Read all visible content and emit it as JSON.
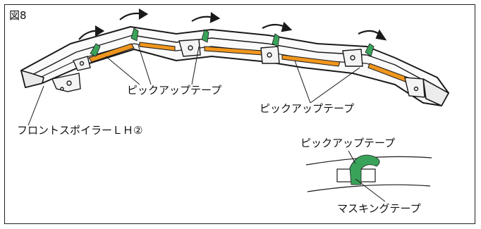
{
  "figure": {
    "label": "図8"
  },
  "callouts": {
    "pickup_tape_1": "ピックアップテープ",
    "pickup_tape_2": "ピックアップテープ",
    "pickup_tape_3": "ピックアップテープ",
    "part_name": "フロントスポイラーＬＨ②",
    "masking_tape": "マスキングテープ"
  },
  "colors": {
    "tape_orange": "#f0961e",
    "pickup_green": "#3aa35a",
    "outline": "#1a1a1a"
  }
}
